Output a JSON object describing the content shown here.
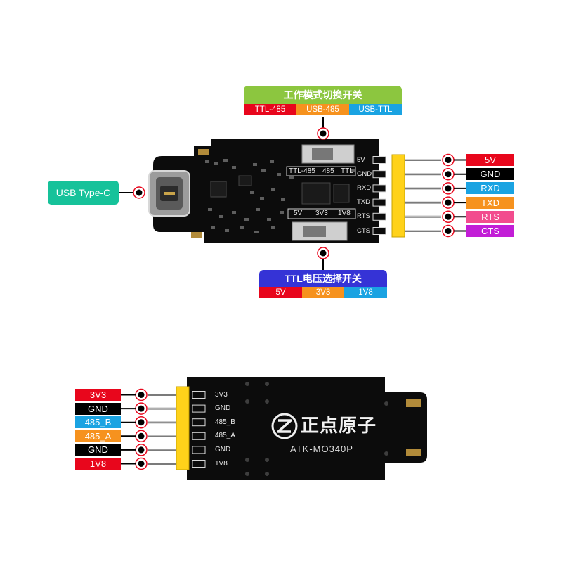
{
  "colors": {
    "red": "#e8061c",
    "black": "#000000",
    "blue": "#1aa3e2",
    "orange": "#f6921e",
    "pink": "#f24c8e",
    "purple": "#c21ed6",
    "green": "#8cc63f",
    "teal": "#16c29a",
    "indigo": "#3533d6",
    "pcb": "#0c0c0c"
  },
  "mode_switch": {
    "title": "工作模式切换开关",
    "options": [
      {
        "label": "TTL-485",
        "color": "#e8061c"
      },
      {
        "label": "USB-485",
        "color": "#f6921e"
      },
      {
        "label": "USB-TTL",
        "color": "#1aa3e2"
      }
    ]
  },
  "voltage_switch": {
    "title": "TTL电压选择开关",
    "options": [
      {
        "label": "5V",
        "color": "#e8061c"
      },
      {
        "label": "3V3",
        "color": "#f6921e"
      },
      {
        "label": "1V8",
        "color": "#1aa3e2"
      }
    ]
  },
  "usb_label": "USB Type-C",
  "top_pins": [
    {
      "label": "5V",
      "silk": "5V",
      "bg": "#e8061c",
      "fg": "#ffffff"
    },
    {
      "label": "GND",
      "silk": "GND",
      "bg": "#000000",
      "fg": "#ffffff"
    },
    {
      "label": "RXD",
      "silk": "RXD",
      "bg": "#1aa3e2",
      "fg": "#ffffff"
    },
    {
      "label": "TXD",
      "silk": "TXD",
      "bg": "#f6921e",
      "fg": "#ffffff"
    },
    {
      "label": "RTS",
      "silk": "RTS",
      "bg": "#f24c8e",
      "fg": "#ffffff"
    },
    {
      "label": "CTS",
      "silk": "CTS",
      "bg": "#c21ed6",
      "fg": "#ffffff"
    }
  ],
  "bottom_pins": [
    {
      "label": "3V3",
      "silk": "3V3",
      "bg": "#e8061c",
      "fg": "#ffffff"
    },
    {
      "label": "GND",
      "silk": "GND",
      "bg": "#000000",
      "fg": "#ffffff"
    },
    {
      "label": "485_B",
      "silk": "485_B",
      "bg": "#1aa3e2",
      "fg": "#ffffff"
    },
    {
      "label": "485_A",
      "silk": "485_A",
      "bg": "#f6921e",
      "fg": "#ffffff"
    },
    {
      "label": "GND",
      "silk": "GND",
      "bg": "#000000",
      "fg": "#ffffff"
    },
    {
      "label": "1V8",
      "silk": "1V8",
      "bg": "#e8061c",
      "fg": "#ffffff"
    }
  ],
  "silkscreen": {
    "mode_options": [
      "TTL-485",
      "485",
      "TTL"
    ],
    "voltage_options": [
      "5V",
      "3V3",
      "1V8"
    ]
  },
  "brand": {
    "name": "正点原子",
    "model": "ATK-MO340P"
  }
}
